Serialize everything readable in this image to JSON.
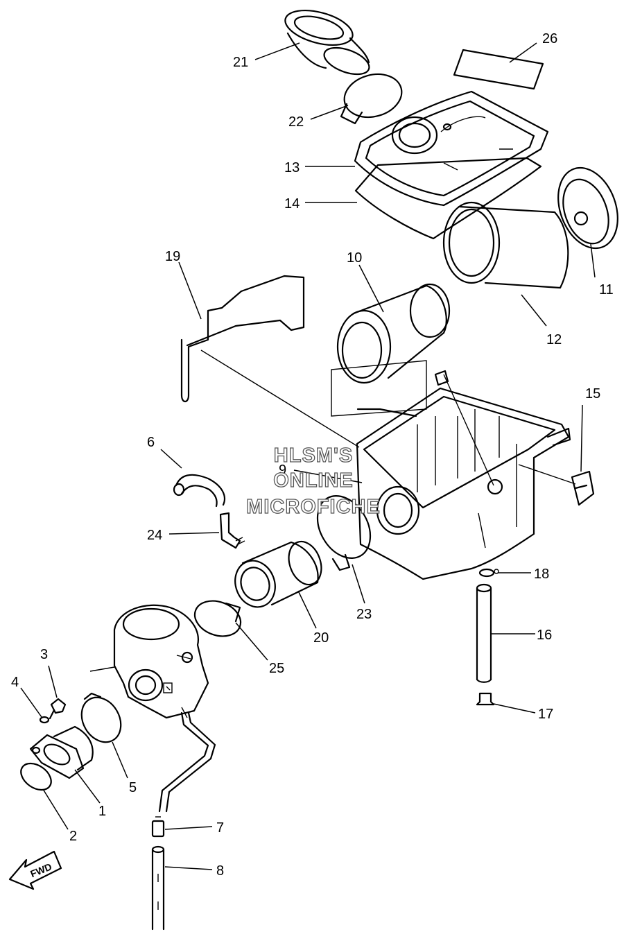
{
  "diagram": {
    "callouts": [
      "1",
      "2",
      "3",
      "4",
      "5",
      "6",
      "7",
      "8",
      "9",
      "10",
      "11",
      "12",
      "13",
      "14",
      "15",
      "16",
      "17",
      "18",
      "19",
      "20",
      "21",
      "22",
      "23",
      "24",
      "25",
      "26"
    ],
    "watermark": [
      "HLSM'S",
      "ONLINE",
      "MICROFICHE"
    ],
    "direction_label": "FWD"
  }
}
